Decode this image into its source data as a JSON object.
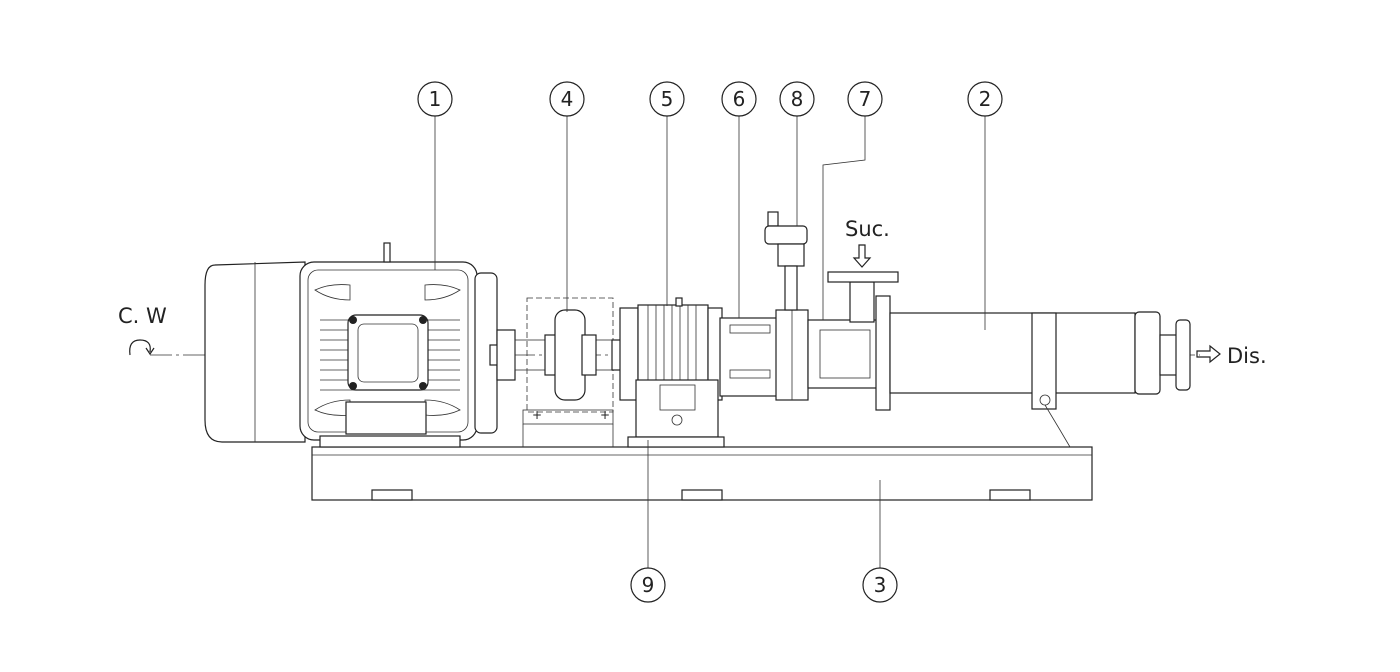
{
  "drawing": {
    "title": "Pump unit general arrangement",
    "labels": {
      "rotation": "C. W",
      "suction": "Suc.",
      "discharge": "Dis."
    },
    "callouts": [
      {
        "id": "1",
        "text": "1",
        "part": "motor"
      },
      {
        "id": "4",
        "text": "4",
        "part": "coupling"
      },
      {
        "id": "5",
        "text": "5",
        "part": "bearing-housing"
      },
      {
        "id": "6",
        "text": "6",
        "part": "shaft-seal-housing"
      },
      {
        "id": "8",
        "text": "8",
        "part": "valve"
      },
      {
        "id": "7",
        "text": "7",
        "part": "suction-casing"
      },
      {
        "id": "2",
        "text": "2",
        "part": "stator"
      },
      {
        "id": "9",
        "text": "9",
        "part": "pedestal"
      },
      {
        "id": "3",
        "text": "3",
        "part": "base-plate"
      }
    ]
  }
}
